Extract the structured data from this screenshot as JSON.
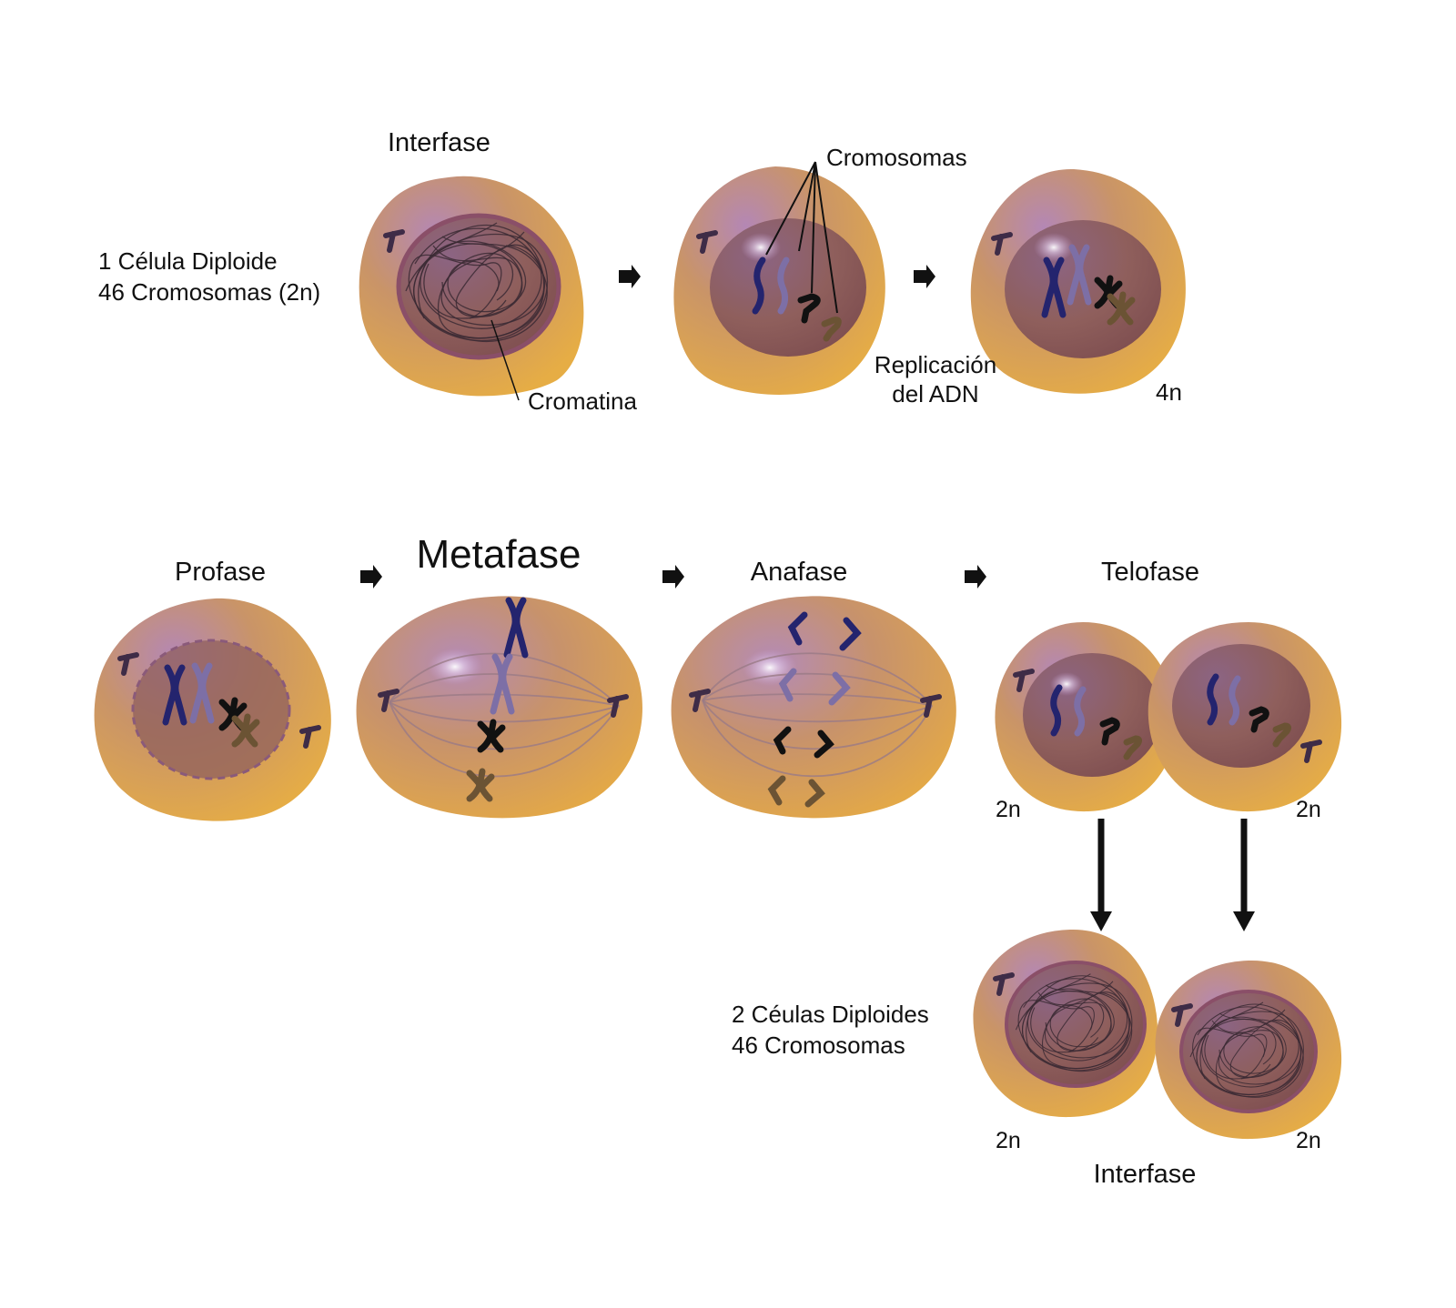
{
  "colors": {
    "cytoplasm_edge": "#e6ad45",
    "cytoplasm_mid": "#c99468",
    "cytoplasm_violet": "#b487b5",
    "nucleus_fill": "#8f5f5c",
    "nucleus_rim": "#8a4f68",
    "chrom_navy": "#24246e",
    "chrom_lavender": "#7d6fa6",
    "chrom_black": "#111111",
    "chrom_olive": "#6b5334",
    "spindle": "#9a7a86"
  },
  "labels": {
    "interfase_top": "Interfase",
    "cromosomas": "Cromosomas",
    "diploid_line1": "1 Célula Diploide",
    "diploid_line2": "46 Cromosomas (2n)",
    "cromatina": "Cromatina",
    "replicacion_line1": "Replicación",
    "replicacion_line2": "del ADN",
    "ploidy_4n": "4n",
    "profase": "Profase",
    "metafase": "Metafase",
    "anafase": "Anafase",
    "telofase": "Telofase",
    "ploidy_2n_telo_left": "2n",
    "ploidy_2n_telo_right": "2n",
    "daughters_line1": "2 Céulas Diploides",
    "daughters_line2": "46 Cromosomas",
    "ploidy_2n_final_left": "2n",
    "ploidy_2n_final_right": "2n",
    "interfase_bottom": "Interfase"
  },
  "icons": {
    "flow_arrow": "arrow-right-icon",
    "down_arrow": "arrow-down-icon",
    "centrosome": "centrosome-icon"
  }
}
